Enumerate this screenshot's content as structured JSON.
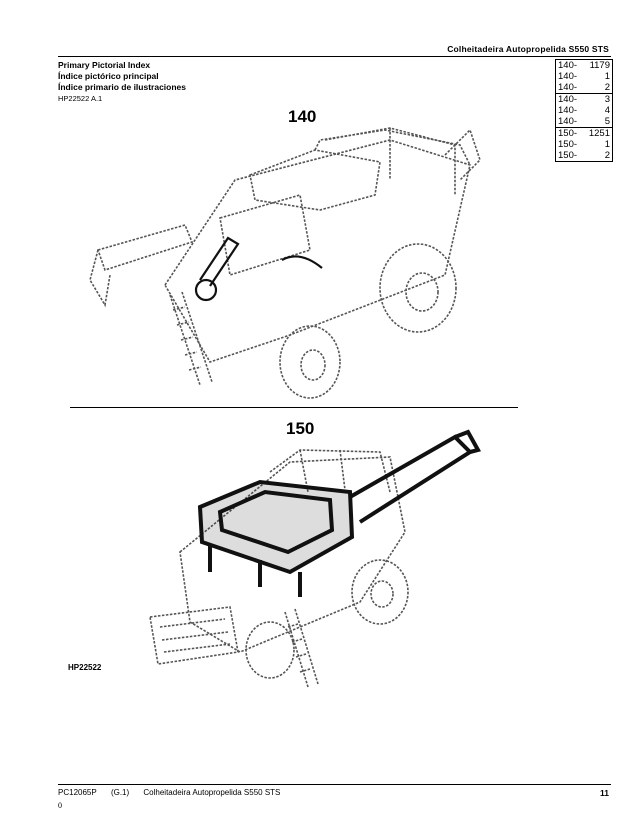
{
  "header": {
    "title": "Colheitadeira Autopropelida S550 STS"
  },
  "index": {
    "lines": [
      "Primary Pictorial Index",
      "Índice pictórico principal",
      "Índice primario de ilustraciones"
    ],
    "ref": "HP22522 A.1"
  },
  "references": [
    [
      {
        "group": "140-",
        "page": "1179"
      },
      {
        "group": "140-",
        "page": "1"
      },
      {
        "group": "140-",
        "page": "2"
      }
    ],
    [
      {
        "group": "140-",
        "page": "3"
      },
      {
        "group": "140-",
        "page": "4"
      },
      {
        "group": "140-",
        "page": "5"
      }
    ],
    [
      {
        "group": "150-",
        "page": "1251"
      },
      {
        "group": "150-",
        "page": "1"
      },
      {
        "group": "150-",
        "page": "2"
      }
    ]
  ],
  "figures": {
    "top_label": "140",
    "bottom_label": "150",
    "image_id": "HP22522"
  },
  "footer": {
    "doc": "PC12065P",
    "code": "(G.1)",
    "title": "Colheitadeira Autopropelida S550 STS",
    "page": "11",
    "extra": "0"
  },
  "colors": {
    "ink": "#000000",
    "line_art": "#555555",
    "highlight": "#111111"
  }
}
